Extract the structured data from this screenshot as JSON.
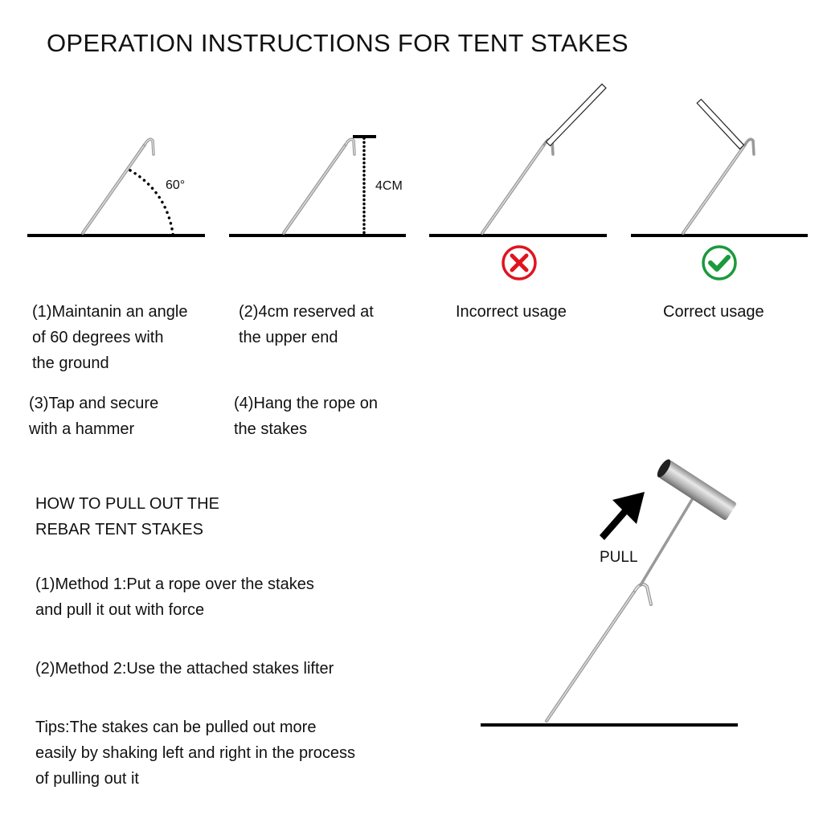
{
  "title": "OPERATION INSTRUCTIONS FOR  TENT STAKES",
  "diagrams": {
    "angle_label": "60°",
    "height_label": "4CM",
    "incorrect_icon": "x-circle-icon",
    "correct_icon": "check-circle-icon",
    "colors": {
      "incorrect": "#e0141e",
      "correct": "#1a9a3c",
      "ground": "#000000",
      "stake": "#b5b5b5"
    },
    "pull_label": "PULL"
  },
  "steps": {
    "step1": [
      "(1)Maintanin an angle",
      "of 60 degrees with",
      "the ground"
    ],
    "step2": [
      "(2)4cm reserved at",
      "the upper end"
    ],
    "incorrect": "Incorrect usage",
    "correct": "Correct usage",
    "step3": [
      "(3)Tap and secure",
      "with a hammer"
    ],
    "step4": [
      "(4)Hang the rope on",
      "the stakes"
    ]
  },
  "pullout": {
    "heading": [
      "HOW TO PULL OUT THE",
      "REBAR TENT STAKES"
    ],
    "method1": [
      "(1)Method 1:Put a rope over the stakes",
      "and pull it out with force"
    ],
    "method2": "(2)Method 2:Use the attached stakes lifter",
    "tips": [
      "Tips:The stakes can be pulled out more",
      "easily by shaking left and right in the process",
      "of pulling out it"
    ]
  }
}
